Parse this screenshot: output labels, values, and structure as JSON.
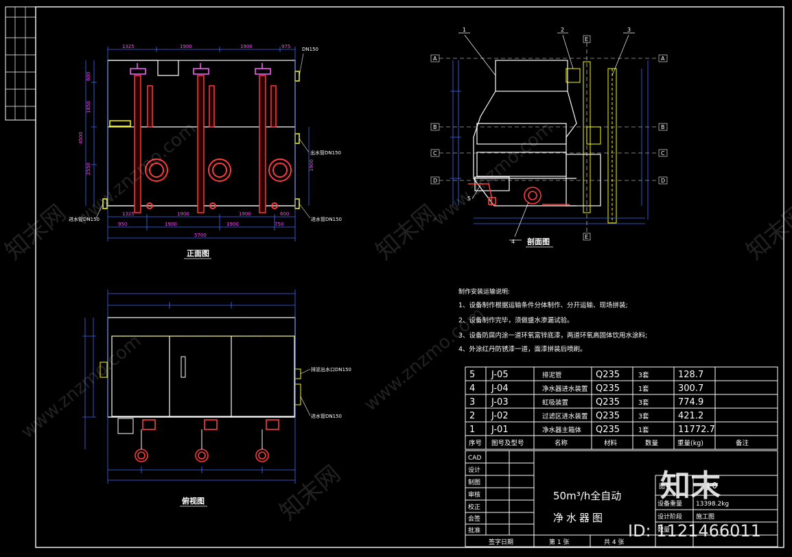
{
  "views": {
    "front": "正面图",
    "section": "剖面图",
    "top": "俯视图"
  },
  "front_dims": {
    "top": [
      "1325",
      "1900",
      "1900",
      "975"
    ],
    "bottom1": [
      "1325",
      "1900",
      "1900",
      "600"
    ],
    "bottom2": [
      "950",
      "1900",
      "1900",
      "750"
    ],
    "total": "5700",
    "left": [
      "600",
      "1850",
      "4500",
      "2550"
    ],
    "right": "1900"
  },
  "front_labels": {
    "dn150": "DN150",
    "outlet": "出水管DN150",
    "inlet_left": "进水管DN150",
    "inlet_right": "进水管DN150"
  },
  "top_labels": {
    "backwash": "排泥出水口DN150",
    "inlet": "进水管DN150"
  },
  "section_labels": {
    "callouts": [
      "1",
      "2",
      "3",
      "4",
      "5"
    ],
    "sections": [
      "A",
      "B",
      "C",
      "D",
      "E"
    ]
  },
  "notes": {
    "title": "制作安装运输说明:",
    "items": [
      "1、设备制作根据运输条件分体制作、分开运输、现场拼装;",
      "2、设备制作完毕，须做盛水渗漏试验。",
      "3、设备防腐内涂一道环氧富锌底漆，两道环氧高固体饮用水涂料;",
      "4、外涂红丹防锈漆一道，面漆拼装后喷刷。"
    ]
  },
  "bom": {
    "rows": [
      [
        "5",
        "J-05",
        "排泥管",
        "Q235",
        "3套",
        "128.7"
      ],
      [
        "4",
        "J-04",
        "净水器进水装置",
        "Q235",
        "1套",
        "300.7"
      ],
      [
        "3",
        "J-03",
        "虹吸装置",
        "Q235",
        "3套",
        "774.9"
      ],
      [
        "2",
        "J-02",
        "过滤区进水装置",
        "Q235",
        "3套",
        "421.2"
      ],
      [
        "1",
        "J-01",
        "净水器主箱体",
        "Q235",
        "1套",
        "11772.7"
      ]
    ],
    "header": [
      "序号",
      "图号及型号",
      "名称",
      "材料",
      "数量",
      "重量(kg)",
      "备注"
    ]
  },
  "title_block": {
    "left_labels": [
      "CAD",
      "设计",
      "制图",
      "审核",
      "校正",
      "会签",
      "批准"
    ],
    "drawing_title_1": "50m³/h全自动",
    "drawing_title_2": "净水器图",
    "number_label": "图号",
    "number_value": "J-0",
    "weight_label": "设备重量",
    "weight_value": "13398.2kg",
    "stage_label": "设计阶段",
    "stage_value": "施工图",
    "scale_label": "数量",
    "footer": [
      "签字日期",
      "第 1 张",
      "共 4 张"
    ]
  },
  "watermark": {
    "brand": "知末",
    "id_text": "ID: 1121466011",
    "url": "www.znzmo.com",
    "net": "知末网"
  }
}
